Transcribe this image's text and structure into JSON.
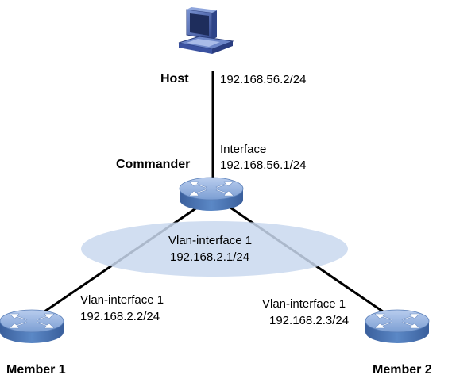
{
  "nodes": {
    "host": {
      "name": "Host",
      "ip": "192.168.56.2/24"
    },
    "commander": {
      "name": "Commander",
      "iface": "Interface",
      "ip": "192.168.56.1/24"
    },
    "member1": {
      "name": "Member 1",
      "iface": "Vlan-interface 1",
      "ip": "192.168.2.2/24"
    },
    "member2": {
      "name": "Member 2",
      "iface": "Vlan-interface 1",
      "ip": "192.168.2.3/24"
    }
  },
  "vlan": {
    "iface": "Vlan-interface 1",
    "ip": "192.168.2.1/24"
  },
  "colors": {
    "router_top": "#8fb0dd",
    "router_side": "#4a78b8",
    "vlan_fill": "#c9d8ee",
    "link": "#000000",
    "pc_body": "#4c67b0"
  }
}
